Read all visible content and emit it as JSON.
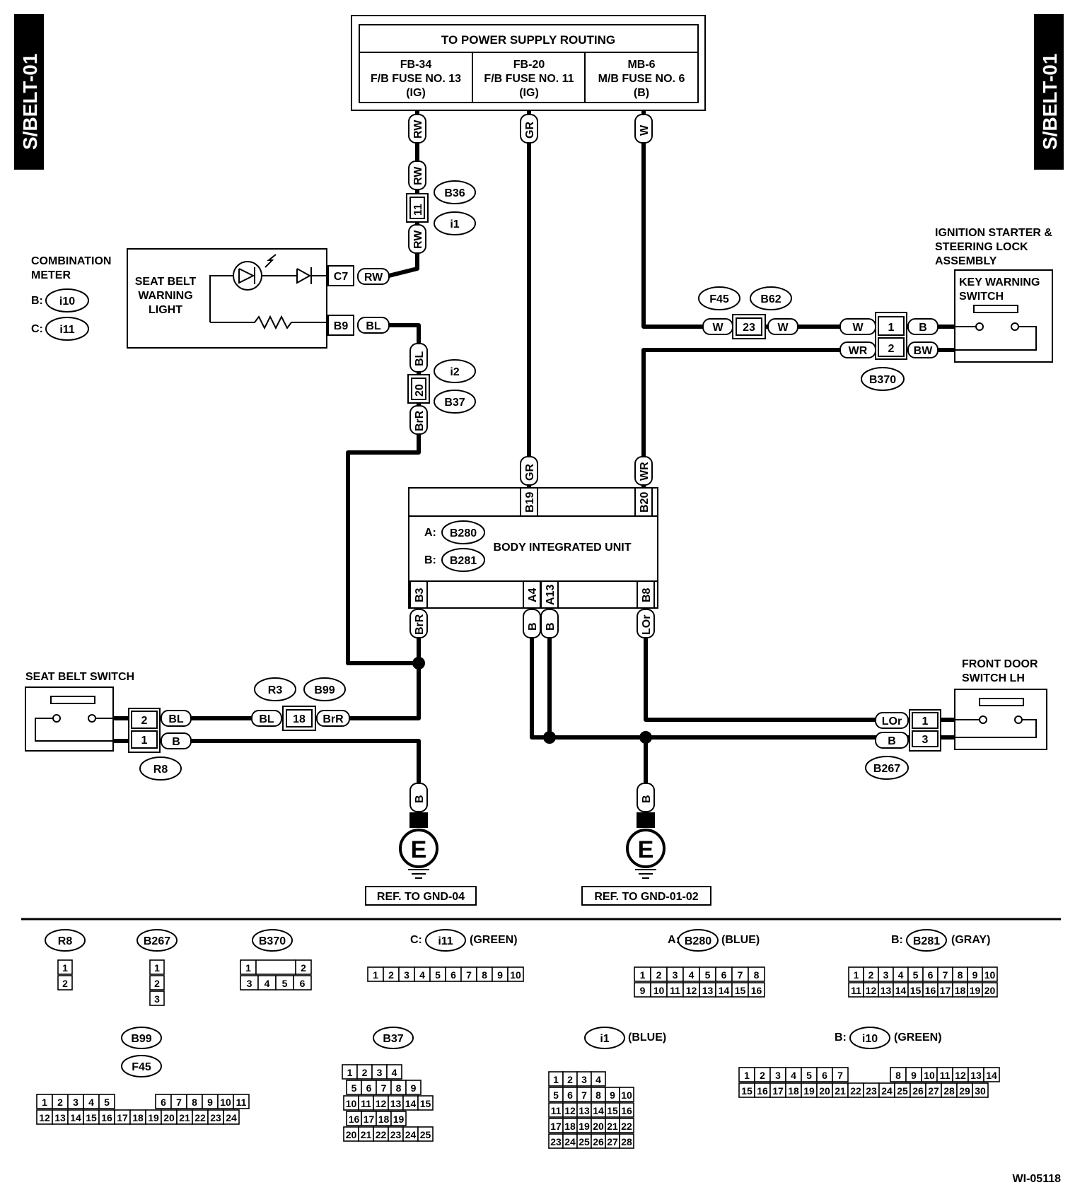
{
  "side_tags": [
    "S/BELT-01",
    "S/BELT-01"
  ],
  "power": {
    "title": "TO POWER SUPPLY ROUTING",
    "fuses": [
      {
        "id": "FB-34",
        "name": "F/B FUSE NO. 13",
        "type": "(IG)"
      },
      {
        "id": "FB-20",
        "name": "F/B FUSE NO. 11",
        "type": "(IG)"
      },
      {
        "id": "MB-6",
        "name": "M/B FUSE NO. 6",
        "type": "(B)"
      }
    ]
  },
  "meter": {
    "title_line1": "COMBINATION",
    "title_line2": "METER",
    "b_label": "B:",
    "b_conn": "i10",
    "c_label": "C:",
    "c_conn": "i11",
    "lamp_line1": "SEAT BELT",
    "lamp_line2": "WARNING",
    "lamp_line3": "LIGHT",
    "pin_c7": "C7",
    "pin_b9": "B9"
  },
  "ignition": {
    "title_line1": "IGNITION STARTER &",
    "title_line2": "STEERING LOCK",
    "title_line3": "ASSEMBLY",
    "sw_line1": "KEY WARNING",
    "sw_line2": "SWITCH"
  },
  "biu": {
    "title": "BODY INTEGRATED UNIT",
    "a_label": "A:",
    "a_conn": "B280",
    "b_label": "B:",
    "b_conn": "B281",
    "pins_top": [
      "B19",
      "B20"
    ],
    "pins_bottom": [
      "B3",
      "A4",
      "A13",
      "B8"
    ]
  },
  "seatbelt": {
    "title": "SEAT BELT SWITCH",
    "conn": "R8",
    "pins": [
      "2",
      "1"
    ]
  },
  "frontdoor": {
    "title_line1": "FRONT DOOR",
    "title_line2": "SWITCH LH",
    "conn": "B267",
    "pins": [
      "1",
      "3"
    ]
  },
  "wires": {
    "rw": "RW",
    "gr": "GR",
    "w": "W",
    "bl": "BL",
    "brr": "BrR",
    "wr": "WR",
    "b": "B",
    "bw": "BW",
    "lor": "LOr"
  },
  "inline": {
    "b36": "B36",
    "i1": "i1",
    "pin11": "11",
    "i2": "i2",
    "b37": "B37",
    "pin20": "20",
    "f45": "F45",
    "b62": "B62",
    "pin23": "23",
    "b370": "B370",
    "pin1": "1",
    "pin2": "2",
    "r3": "R3",
    "b99": "B99",
    "pin18": "18"
  },
  "ground": {
    "left": "REF. TO GND-04",
    "right": "REF. TO GND-01-02",
    "symbol": "E"
  },
  "connectors": {
    "r8": {
      "name": "R8",
      "pins": [
        "1",
        "2"
      ]
    },
    "b267": {
      "name": "B267",
      "pins": [
        "1",
        "2",
        "3"
      ]
    },
    "b370": {
      "name": "B370",
      "row1": [
        "1",
        "2"
      ],
      "row2": [
        "3",
        "4",
        "5",
        "6"
      ]
    },
    "i11": {
      "prefix": "C:",
      "name": "i11",
      "color": "(GREEN)",
      "row1": [
        "1",
        "2",
        "3",
        "4",
        "5",
        "6",
        "7",
        "8",
        "9",
        "10"
      ]
    },
    "b280": {
      "prefix": "A:",
      "name": "B280",
      "color": "(BLUE)",
      "row1": [
        "1",
        "2",
        "3",
        "4",
        "5",
        "6",
        "7",
        "8"
      ],
      "row2": [
        "9",
        "10",
        "11",
        "12",
        "13",
        "14",
        "15",
        "16"
      ]
    },
    "b281": {
      "prefix": "B:",
      "name": "B281",
      "color": "(GRAY)",
      "row1": [
        "1",
        "2",
        "3",
        "4",
        "5",
        "6",
        "7",
        "8",
        "9",
        "10"
      ],
      "row2": [
        "11",
        "12",
        "13",
        "14",
        "15",
        "16",
        "17",
        "18",
        "19",
        "20"
      ]
    },
    "b99f45": {
      "name1": "B99",
      "name2": "F45",
      "row1": [
        "1",
        "2",
        "3",
        "4",
        "5",
        "6",
        "7",
        "8",
        "9",
        "10",
        "11"
      ],
      "row2": [
        "12",
        "13",
        "14",
        "15",
        "16",
        "17",
        "18",
        "19",
        "20",
        "21",
        "22",
        "23",
        "24"
      ]
    },
    "b37": {
      "name": "B37",
      "rows": [
        [
          "1",
          "2",
          "3",
          "4"
        ],
        [
          "5",
          "6",
          "7",
          "8",
          "9"
        ],
        [
          "10",
          "11",
          "12",
          "13",
          "14",
          "15"
        ],
        [
          "16",
          "17",
          "18",
          "19"
        ],
        [
          "20",
          "21",
          "22",
          "23",
          "24",
          "25"
        ]
      ]
    },
    "i1": {
      "name": "i1",
      "color": "(BLUE)",
      "rows": [
        [
          "1",
          "2",
          "3",
          "4"
        ],
        [
          "5",
          "6",
          "7",
          "8",
          "9",
          "10"
        ],
        [
          "11",
          "12",
          "13",
          "14",
          "15",
          "16"
        ],
        [
          "17",
          "18",
          "19",
          "20",
          "21",
          "22"
        ],
        [
          "23",
          "24",
          "25",
          "26",
          "27",
          "28"
        ]
      ]
    },
    "i10": {
      "prefix": "B:",
      "name": "i10",
      "color": "(GREEN)",
      "row1": [
        "1",
        "2",
        "3",
        "4",
        "5",
        "6",
        "7",
        "8",
        "9",
        "10",
        "11",
        "12",
        "13",
        "14"
      ],
      "row2": [
        "15",
        "16",
        "17",
        "18",
        "19",
        "20",
        "21",
        "22",
        "23",
        "24",
        "25",
        "26",
        "27",
        "28",
        "29",
        "30"
      ]
    }
  },
  "figure_id": "WI-05118"
}
